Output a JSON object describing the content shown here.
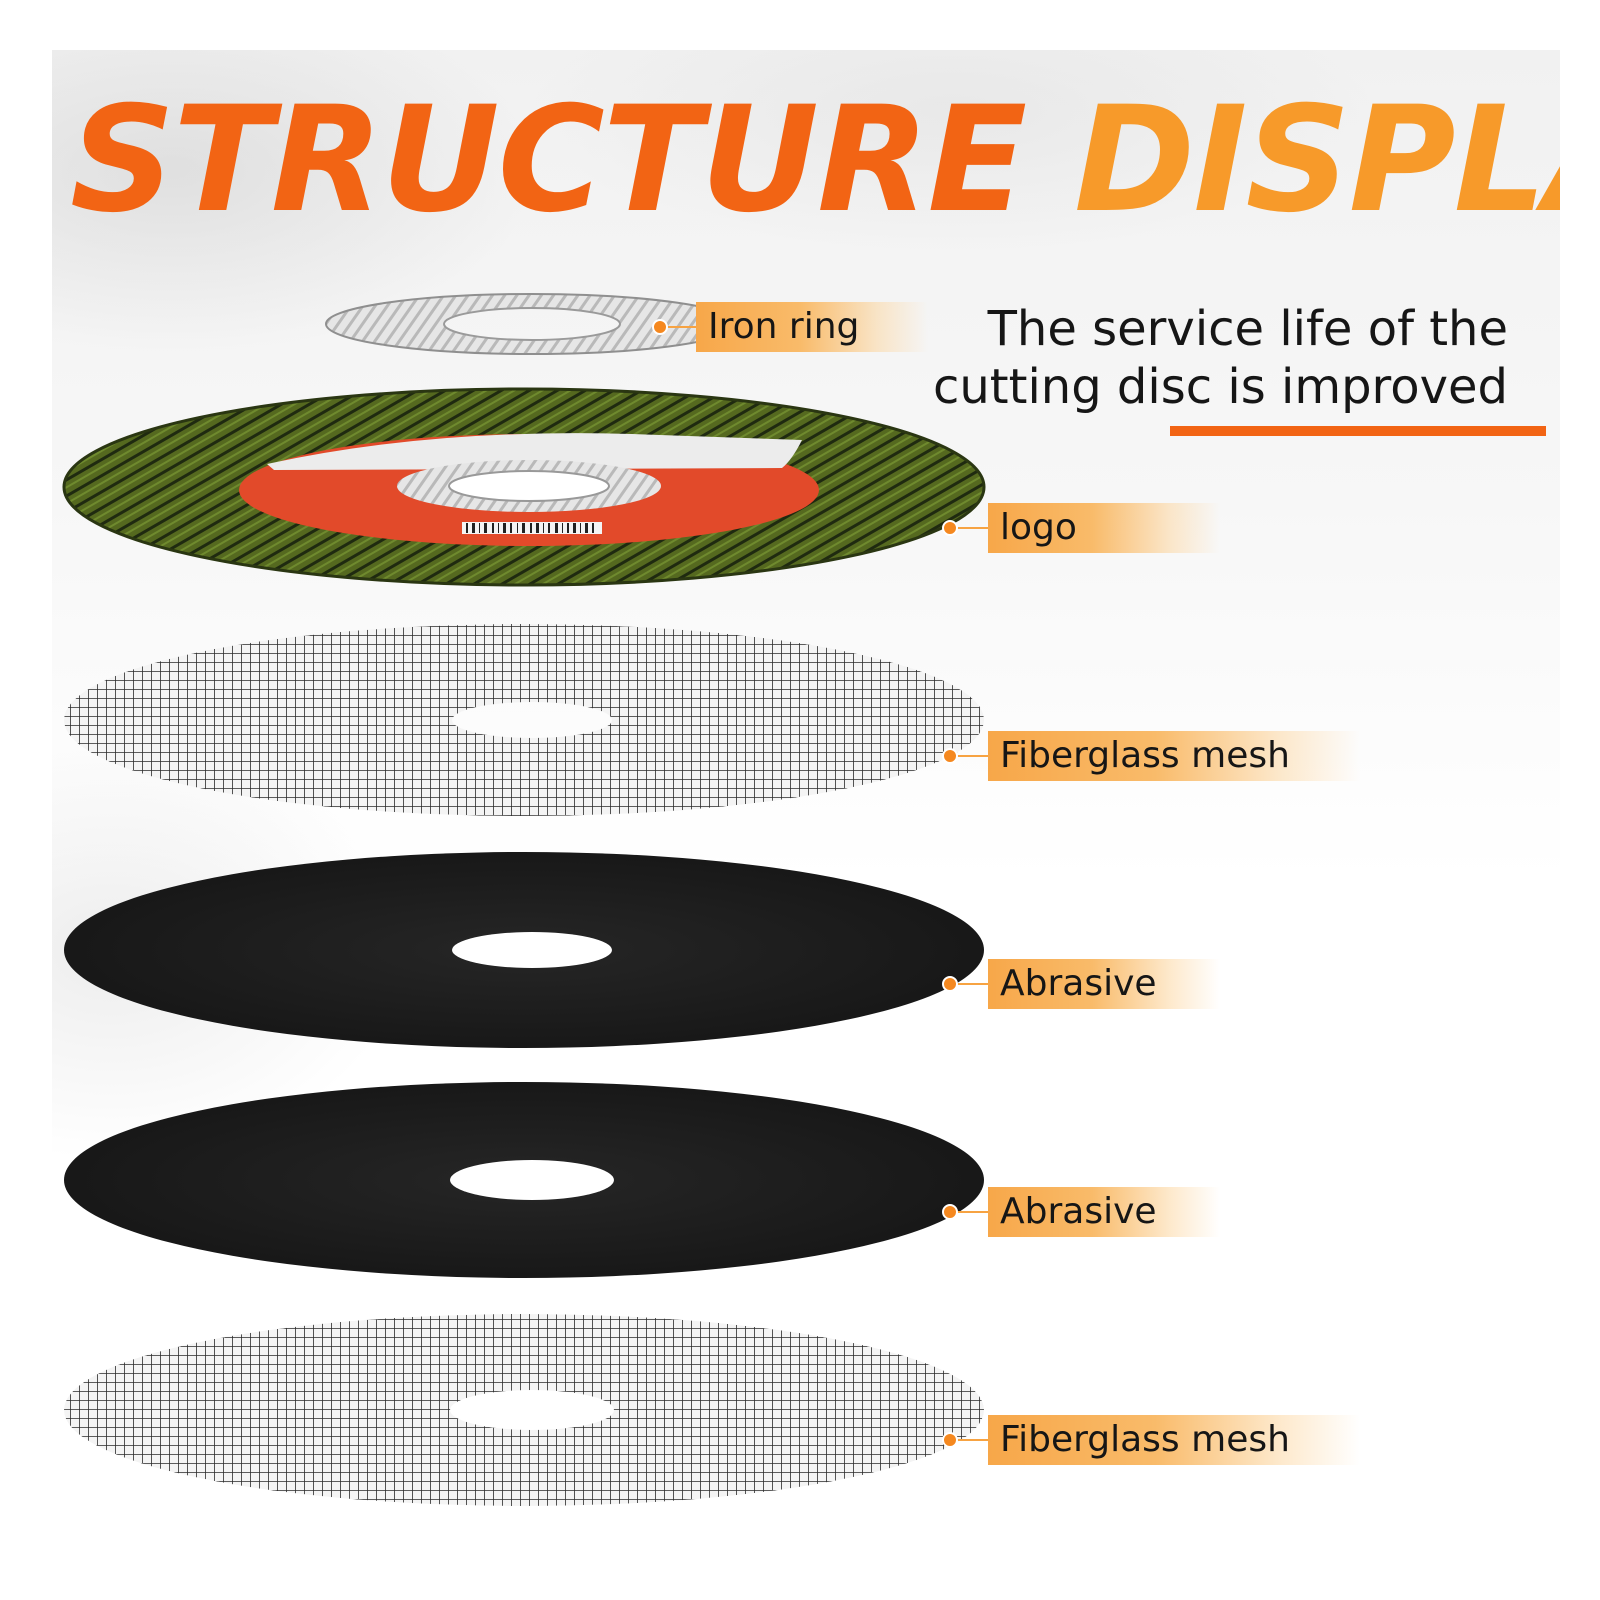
{
  "title": {
    "word1": "STRUCTURE",
    "word2": "DISPLAY"
  },
  "tagline": {
    "line1": "The service life of the",
    "line2": "cutting disc is improved"
  },
  "layers": [
    {
      "label": "Iron ring"
    },
    {
      "label": "logo"
    },
    {
      "label": "Fiberglass mesh"
    },
    {
      "label": "Abrasive"
    },
    {
      "label": "Abrasive"
    },
    {
      "label": "Fiberglass mesh"
    }
  ],
  "colors": {
    "title_primary": "#f26414",
    "title_secondary": "#f79a2a",
    "accent": "#f26414",
    "label_bg": "#f7a749",
    "disc_green": "#4f6420",
    "disc_black": "#1d1d1d",
    "logo_red": "#e24a2a"
  }
}
